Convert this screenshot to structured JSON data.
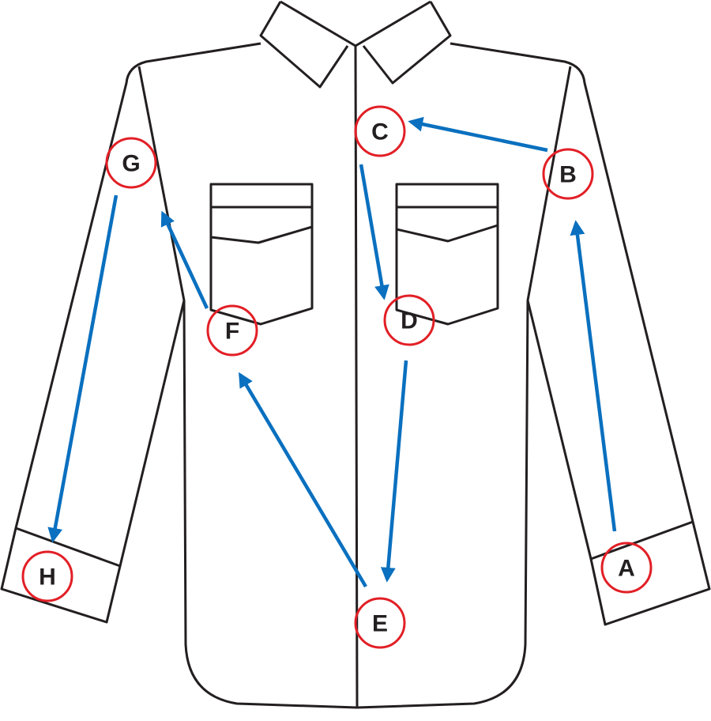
{
  "diagram": {
    "subject": "shirt",
    "colors": {
      "outline": "#231f20",
      "arrow": "#0a70bf",
      "ring": "#e21f26"
    },
    "points": [
      {
        "id": "A",
        "label": "A"
      },
      {
        "id": "B",
        "label": "B"
      },
      {
        "id": "C",
        "label": "C"
      },
      {
        "id": "D",
        "label": "D"
      },
      {
        "id": "E",
        "label": "E"
      },
      {
        "id": "F",
        "label": "F"
      },
      {
        "id": "G",
        "label": "G"
      },
      {
        "id": "H",
        "label": "H"
      }
    ],
    "sequence": [
      "A",
      "B",
      "C",
      "D",
      "E",
      "F",
      "G",
      "H"
    ]
  }
}
